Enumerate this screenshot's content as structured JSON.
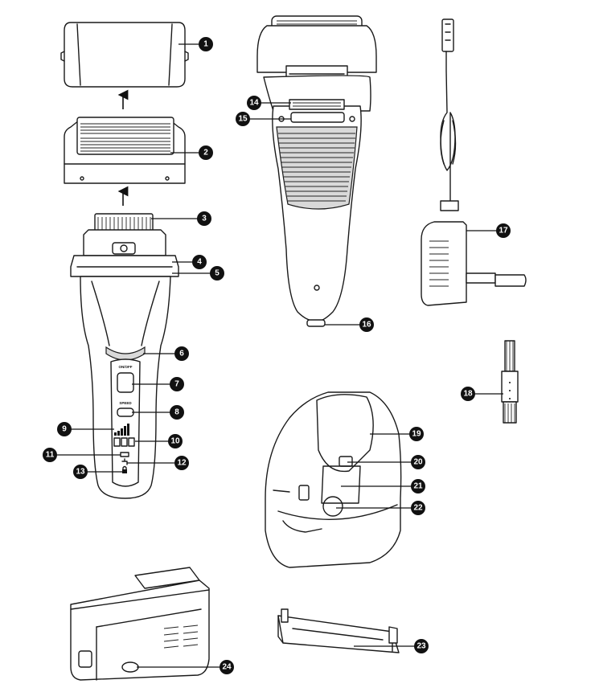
{
  "button_labels": {
    "on_off": "ON/OFF",
    "speed": "SPEED"
  },
  "callouts": [
    {
      "id": "c1",
      "label": "1"
    },
    {
      "id": "c2",
      "label": "2"
    },
    {
      "id": "c3",
      "label": "3"
    },
    {
      "id": "c4",
      "label": "4"
    },
    {
      "id": "c5",
      "label": "5"
    },
    {
      "id": "c6",
      "label": "6"
    },
    {
      "id": "c7",
      "label": "7"
    },
    {
      "id": "c8",
      "label": "8"
    },
    {
      "id": "c9",
      "label": "9"
    },
    {
      "id": "c10",
      "label": "10"
    },
    {
      "id": "c11",
      "label": "11"
    },
    {
      "id": "c12",
      "label": "12"
    },
    {
      "id": "c13",
      "label": "13"
    },
    {
      "id": "c14",
      "label": "14"
    },
    {
      "id": "c15",
      "label": "15"
    },
    {
      "id": "c16",
      "label": "16"
    },
    {
      "id": "c17",
      "label": "17"
    },
    {
      "id": "c18",
      "label": "18"
    },
    {
      "id": "c19",
      "label": "19"
    },
    {
      "id": "c20",
      "label": "20"
    },
    {
      "id": "c21",
      "label": "21"
    },
    {
      "id": "c22",
      "label": "22"
    },
    {
      "id": "c23",
      "label": "23"
    },
    {
      "id": "c24",
      "label": "24"
    }
  ],
  "colors": {
    "line": "#1a1a1a",
    "callout": "#111111",
    "background": "#ffffff"
  }
}
